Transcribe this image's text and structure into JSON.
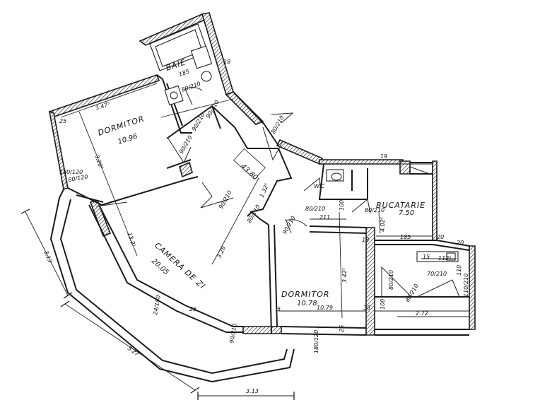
{
  "rooms": {
    "bathroom": {
      "name": "BAIE"
    },
    "bedroom_1": {
      "name": "DORMITOR",
      "area": "10.96"
    },
    "living": {
      "name": "CAMERA DE ZI",
      "area": "20.05"
    },
    "hall": {
      "area": "43.80"
    },
    "wc": {
      "name": "W.C"
    },
    "kitchen": {
      "name": "BUCATARIE",
      "area": "7.50"
    },
    "bedroom_2": {
      "name": "DORMITOR",
      "area": "10.78"
    }
  },
  "dimensions": {
    "d_347": "3.47⁵",
    "d_185a": "185",
    "d_18": "18",
    "d_25": "25",
    "d_3205": "3.20⁵",
    "d_180_120": "180/120",
    "d_313": "3.13",
    "d_527": "5.27",
    "d_313b": "3.13",
    "d_328": "3.28",
    "d_1325": "1.32⁵",
    "d_1325b": "13.2⁵",
    "d_211": "211",
    "d_100": "100",
    "d_4025": "4.02⁵",
    "d_185b": "185",
    "d_20a": "20",
    "d_20b": "20",
    "d_1125": "112⁵",
    "d_15": "15",
    "d_110": "110",
    "d_18b": "18",
    "d_3425": "3.42⁵",
    "d_1079": "10.79",
    "d_38": "38",
    "d_272": "2.72",
    "d_100b": "100",
    "d_185c": "185",
    "d_5": "5",
    "d_25b": "25",
    "d_25c": "25",
    "d_19": "19"
  },
  "door_marks": [
    "80/210",
    "90/210",
    "90/210",
    "80/210",
    "90/210",
    "90/210",
    "80/210",
    "90/210",
    "80/210",
    "70/210",
    "80/210",
    "80/210",
    "180/120",
    "180/120",
    "90/210",
    "80/210",
    "24/180",
    "110/210"
  ]
}
